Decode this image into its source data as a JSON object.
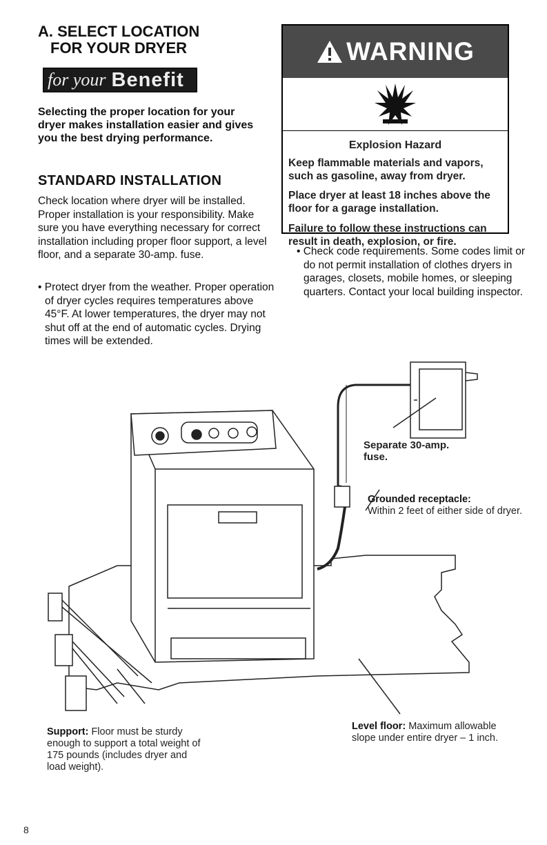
{
  "section": {
    "title_line1": "A. SELECT LOCATION",
    "title_line2": "FOR YOUR DRYER"
  },
  "benefit_badge": {
    "prefix": "for your",
    "word": "Benefit"
  },
  "intro": "Selecting the proper location for your dryer makes installation easier and gives you the best drying performance.",
  "standard": {
    "title": "STANDARD INSTALLATION",
    "paragraph": "Check location where dryer will be installed. Proper installation is your responsibility. Make sure you have everything necessary for correct installation including proper floor support, a level floor, and a separate 30-amp. fuse.",
    "bullet_weather": "Protect dryer from the weather. Proper operation of dryer cycles requires temperatures above 45°F. At lower temperatures, the dryer may not shut off at the end of automatic cycles. Drying times will be extended.",
    "bullet_code": "Check code requirements. Some codes limit or do not permit installation of clothes dryers in garages, closets, mobile homes, or sleeping quarters. Contact your local building inspector."
  },
  "warning": {
    "label": "WARNING",
    "hazard": "Explosion Hazard",
    "p1": "Keep flammable materials and vapors, such as gasoline, away from dryer.",
    "p2": "Place dryer at least 18 inches above the floor for a garage installation.",
    "p3": "Failure to follow these instructions can result in death, explosion, or fire."
  },
  "callouts": {
    "separate": "Separate 30-amp. fuse.",
    "grounded_title": "Grounded receptacle:",
    "grounded_text": "Within 2 feet of either side of dryer.",
    "support_title": "Support:",
    "support_text": "Floor must be sturdy enough to support a total weight of 175 pounds (includes dryer and load weight).",
    "level_title": "Level floor:",
    "level_text": "Maximum allowable slope under entire dryer – 1 inch."
  },
  "page_number": "8"
}
